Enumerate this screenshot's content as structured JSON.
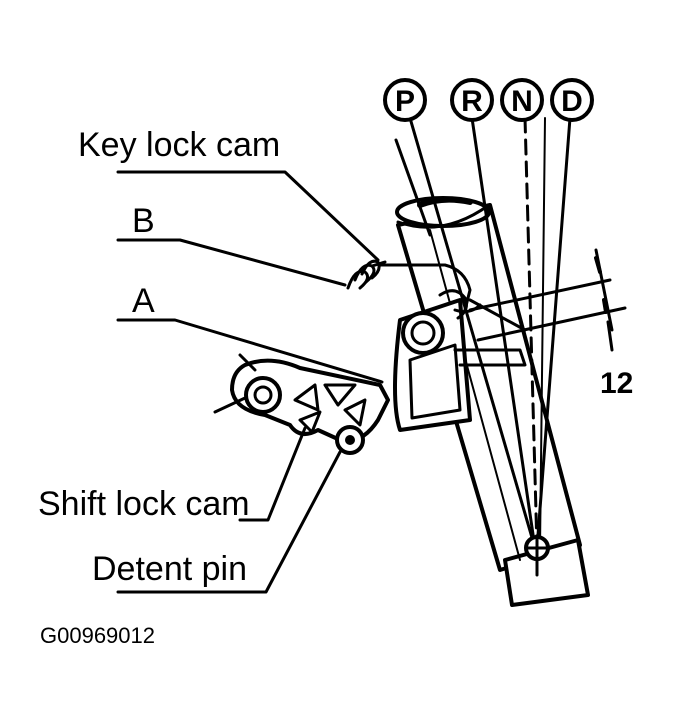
{
  "labels": {
    "key_lock_cam": "Key lock cam",
    "b": "B",
    "a": "A",
    "shift_lock_cam": "Shift lock cam",
    "detent_pin": "Detent pin",
    "dimension": "12",
    "figure_id": "G00969012"
  },
  "positions": {
    "p": "P",
    "r": "R",
    "n": "N",
    "d": "D"
  },
  "colors": {
    "ink": "#000000",
    "paper": "#ffffff"
  }
}
